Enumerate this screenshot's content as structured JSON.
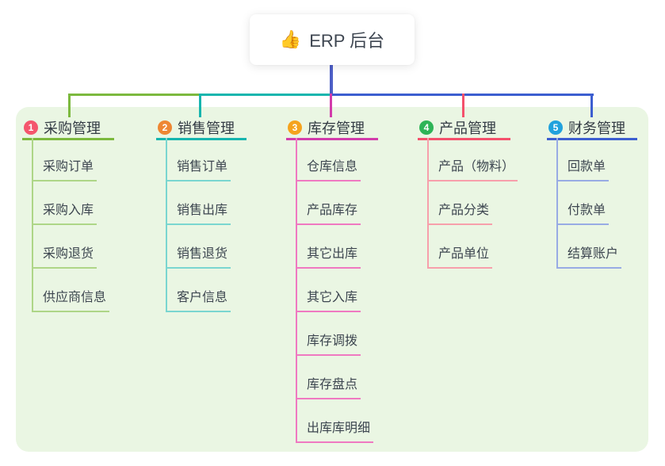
{
  "root": {
    "emoji": "👍",
    "label": "ERP 后台"
  },
  "colors": {
    "panel_background": "#eaf6e3",
    "root_connector": "#4d5ec6",
    "node_background": "#ffffff",
    "title_text": "#333b44",
    "child_text": "#3d4650"
  },
  "branches": [
    {
      "badge": "1",
      "badge_color": "#f4566d",
      "title": "采购管理",
      "color": "#7cb93e",
      "child_color": "#aed687",
      "children": [
        "采购订单",
        "采购入库",
        "采购退货",
        "供应商信息"
      ]
    },
    {
      "badge": "2",
      "badge_color": "#ee8733",
      "title": "销售管理",
      "color": "#16b5ae",
      "child_color": "#7ad6d0",
      "children": [
        "销售订单",
        "销售出库",
        "销售退货",
        "客户信息"
      ]
    },
    {
      "badge": "3",
      "badge_color": "#f5a31e",
      "title": "库存管理",
      "color": "#d23cab",
      "child_color": "#ef79c1",
      "children": [
        "仓库信息",
        "产品库存",
        "其它出库",
        "其它入库",
        "库存调拨",
        "库存盘点",
        "出库库明细"
      ]
    },
    {
      "badge": "4",
      "badge_color": "#2eb457",
      "title": "产品管理",
      "color": "#f4516c",
      "child_color": "#f79fab",
      "children": [
        "产品（物料）",
        "产品分类",
        "产品单位"
      ]
    },
    {
      "badge": "5",
      "badge_color": "#21a2dd",
      "title": "财务管理",
      "color": "#3c5ed0",
      "child_color": "#98abe4",
      "children": [
        "回款单",
        "付款单",
        "结算账户"
      ]
    }
  ]
}
